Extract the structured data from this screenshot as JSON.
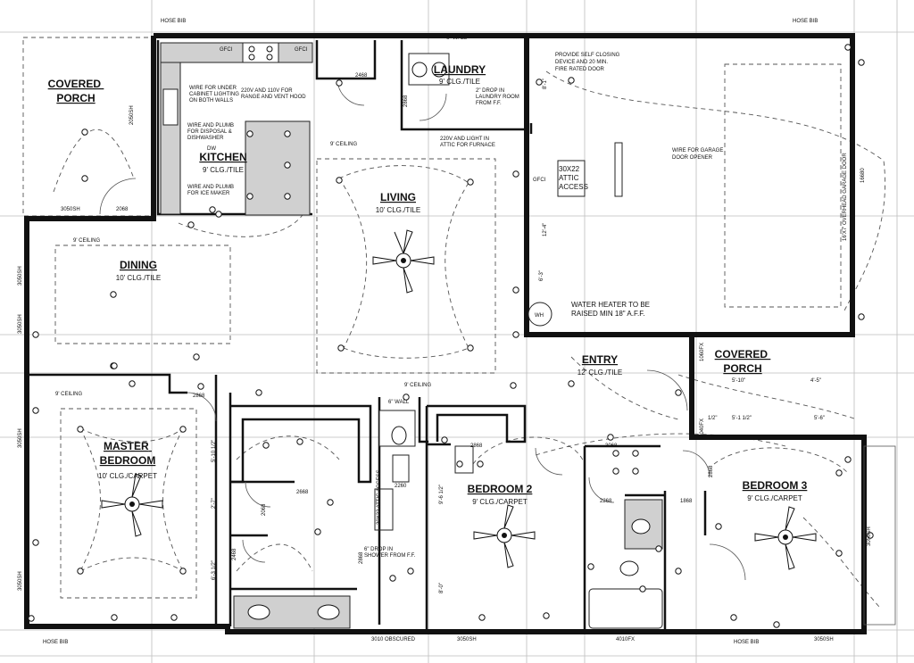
{
  "rooms": {
    "covered_porch_left": {
      "name": "COVERED\nPORCH"
    },
    "kitchen": {
      "name": "KITCHEN",
      "ceiling": "9' CLG./TILE"
    },
    "laundry": {
      "name": "LAUNDRY",
      "ceiling": "9' CLG./TILE"
    },
    "dining": {
      "name": "DINING",
      "ceiling": "10' CLG./TILE"
    },
    "living": {
      "name": "LIVING",
      "ceiling": "10' CLG./TILE"
    },
    "entry": {
      "name": "ENTRY",
      "ceiling": "12' CLG./TILE"
    },
    "covered_porch_right": {
      "name": "COVERED\nPORCH"
    },
    "master_bedroom": {
      "name": "MASTER\nBEDROOM",
      "ceiling": "10' CLG./CARPET"
    },
    "bedroom2": {
      "name": "BEDROOM 2",
      "ceiling": "9' CLG./CARPET"
    },
    "bedroom3": {
      "name": "BEDROOM 3",
      "ceiling": "9' CLG./CARPET"
    }
  },
  "notes": {
    "hose_bib": "HOSE BIB",
    "wall_6": "6\" WALL",
    "under_cabinet": "WIRE FOR UNDER\nCABINET LIGHTING\nON BOTH WALLS",
    "range_hood": "220V AND 110V FOR\nRANGE AND VENT HOOD",
    "disposal": "WIRE AND PLUMB\nFOR DISPOSAL &\nDISHWASHER",
    "ice_maker": "WIRE AND PLUMB\nFOR ICE MAKER",
    "laundry_drop": "2\" DROP IN\nLAUNDRY ROOM\nFROM F.F.",
    "attic_furnace": "220V AND LIGHT IN\nATTIC FOR FURNACE",
    "self_closing": "PROVIDE SELF CLOSING\nDEVICE AND 20 MIN.\nFIRE RATED DOOR",
    "garage_opener": "WIRE FOR GARAGE\nDOOR OPENER",
    "garage_door": "16'X7' OVERHEAD GARAGE DOOR",
    "attic_access": "30X22\nATTIC\nACCESS",
    "attic_access_vertical": "30X22 ATTIC ACCESS",
    "water_heater": "WATER HEATER TO BE\nRAISED MIN 18\" A.F.F.",
    "wh": "WH",
    "shower_drop": "6\" DROP IN\nSHOWER FROM F.F.",
    "ceiling_9": "9' CEILING",
    "gfci": "GFCI",
    "dw": "DW"
  },
  "dimensions": {
    "d3050sh_porch": "3050SH",
    "d2068_porch": "2068",
    "d2468_laundry": "2468",
    "d2868_laundry": "2868",
    "d2050sh_kitchen": "2050SH",
    "d3050sh_left": "3050SH",
    "d3050sh_left2": "3050SH",
    "d3050sh_left3": "3050SH",
    "d3050sh_left4": "3050SH",
    "d2868_master": "2868",
    "d2668_hall": "2668",
    "d2068_closet": "2068",
    "d2468_bath": "2468",
    "d2868_bath": "2868",
    "d2260": "2260",
    "d2868_b2": "2868",
    "d3068": "3068",
    "d2868_b3": "2868",
    "d2268": "2268",
    "d1868": "1868",
    "d3010": "3010 OBSCURED",
    "d3050sh_b2": "3050SH",
    "d4010fx": "4010FX",
    "d3050sh_b3": "3050SH",
    "d3050sh_right": "3050SH",
    "d16680": "16680",
    "d1060fx": "1060FX",
    "d2040fx": "2040FX",
    "d_5_10": "5'-10\"",
    "d_4_5": "4'-5\"",
    "d_5_1": "5'-1 1/2\"",
    "d_1_2": "1/2\"",
    "d_5_6": "5'-6\"",
    "d_8_1": "8'-1\"",
    "d_5_10_half": "5'-10 1/2\"",
    "d_2_7": "2'-7\"",
    "d_6_3": "6'-3 1/2\"",
    "d_9_6": "9'-6 1/2\"",
    "d_8_0": "8'-0\"",
    "d_12_4": "12'-4\"",
    "d_6_3b": "6'-3\""
  }
}
